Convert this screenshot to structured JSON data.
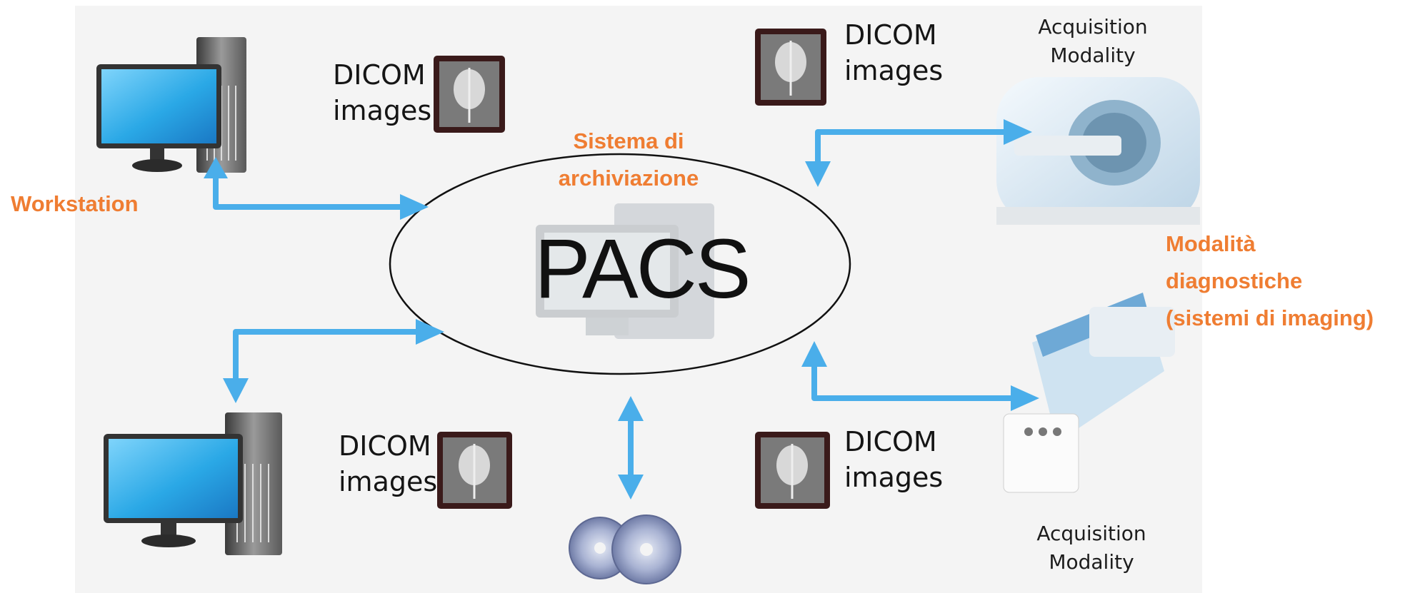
{
  "labels": {
    "workstation": "Workstation",
    "archive_title_line1": "Sistema di",
    "archive_title_line2": "archiviazione",
    "pacs": "PACS",
    "modalities_line1": "Modalità",
    "modalities_line2": "diagnostiche",
    "modalities_line3": "(sistemi di imaging)",
    "dicom_line1": "DICOM",
    "dicom_line2": "images",
    "acquisition_line1": "Acquisition",
    "acquisition_line2": "Modality"
  },
  "colors": {
    "accent_orange": "#ef7d32",
    "arrow_blue": "#4aaeea",
    "panel_bg": "#f4f4f4",
    "monitor_screen": "#2aa8e6"
  },
  "icons": [
    "workstation-computer-icon",
    "dicom-xray-film-icon",
    "pacs-server-icon",
    "mri-scanner-icon",
    "xray-table-icon",
    "cd-discs-icon",
    "bidirectional-arrow-icon"
  ]
}
